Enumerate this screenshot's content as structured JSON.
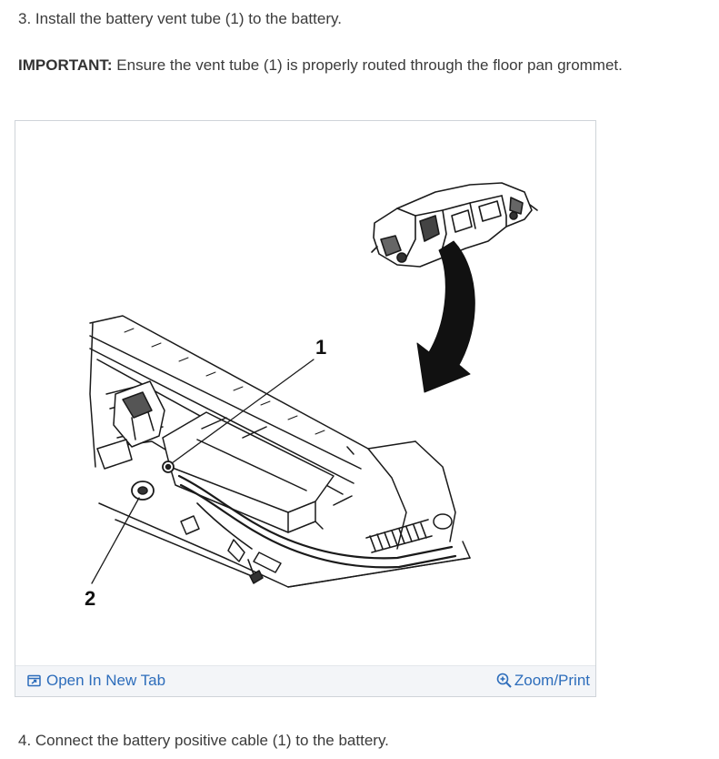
{
  "steps": {
    "step3": "3. Install the battery vent tube (1) to the battery.",
    "important_label": "IMPORTANT:",
    "important_text": " Ensure the vent tube (1) is properly routed through the floor pan grommet.",
    "step4": "4. Connect the battery positive cable (1) to the battery."
  },
  "figure": {
    "callout_1": "1",
    "callout_2": "2",
    "open_tab_label": "Open In New Tab",
    "zoom_print_label": "Zoom/Print",
    "icons": {
      "open_tab": "open-in-new-tab-icon",
      "zoom": "zoom-magnifier-icon"
    }
  },
  "colors": {
    "link": "#2d6dbb",
    "text": "#3b3b3b",
    "bar_background": "#f3f5f8",
    "border": "#cfd4d9"
  }
}
